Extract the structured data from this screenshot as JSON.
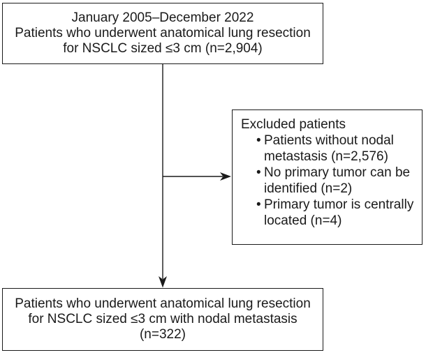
{
  "diagram": {
    "type": "patient-flowchart",
    "top_box": {
      "lines": [
        "January 2005–December 2022",
        "Patients who underwent anatomical lung resection",
        "for NSCLC sized ≤3 cm (n=2,904)"
      ],
      "n": "2,904"
    },
    "excluded_box": {
      "title": "Excluded patients",
      "bullet": "•",
      "items": [
        "Patients without nodal metastasis (n=2,576)",
        "No primary tumor can be identified (n=2)",
        "Primary tumor is centrally located (n=4)"
      ]
    },
    "bottom_box": {
      "lines": [
        "Patients who underwent anatomical lung resection",
        "for NSCLC sized ≤3 cm with nodal metastasis",
        "(n=322)"
      ],
      "n": "322"
    }
  },
  "colors": {
    "background": "#ffffff",
    "text": "#1a1a1a",
    "box_border": "#1a1a1a",
    "arrow": "#1a1a1a"
  }
}
